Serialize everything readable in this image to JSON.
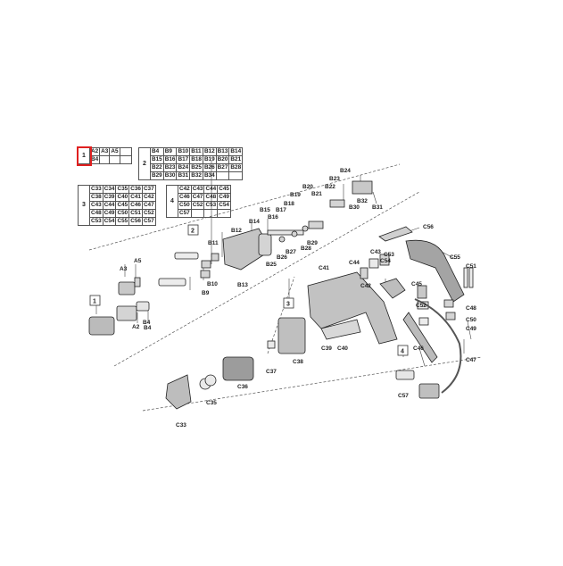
{
  "tables": [
    {
      "number": "1",
      "rows": [
        [
          "A2",
          "A3",
          "A5"
        ],
        [
          "B4",
          "",
          ""
        ]
      ]
    },
    {
      "number": "2",
      "rows": [
        [
          "B4",
          "B9",
          "B10",
          "B11",
          "B12",
          "B13",
          "B14"
        ],
        [
          "B15",
          "B16",
          "B17",
          "B18",
          "B19",
          "B20",
          "B21"
        ],
        [
          "B22",
          "B23",
          "B24",
          "B25",
          "B26",
          "B27",
          "B28"
        ],
        [
          "B29",
          "B30",
          "B31",
          "B32",
          "B34",
          "",
          ""
        ]
      ]
    },
    {
      "number": "3",
      "rows": [
        [
          "C33",
          "C34",
          "C35",
          "C36",
          "C37"
        ],
        [
          "C38",
          "C39",
          "C40",
          "C41",
          "C42"
        ],
        [
          "C43",
          "C44",
          "C45",
          "C46",
          "C47"
        ],
        [
          "C48",
          "C49",
          "C50",
          "C51",
          "C52"
        ],
        [
          "C53",
          "C54",
          "C55",
          "C56",
          "C57"
        ]
      ]
    },
    {
      "number": "4",
      "rows": [
        [
          "C42",
          "C43",
          "C44",
          "C45"
        ],
        [
          "C46",
          "C47",
          "C48",
          "C49"
        ],
        [
          "C50",
          "C52",
          "C53",
          "C54"
        ],
        [
          "C57",
          "",
          "",
          ""
        ]
      ]
    }
  ],
  "group_markers": [
    "1",
    "2",
    "3",
    "4"
  ],
  "part_labels": [
    "A2",
    "A3",
    "A5",
    "B4",
    "B9",
    "B10",
    "B11",
    "B12",
    "B13",
    "B14",
    "B15",
    "B16",
    "B17",
    "B18",
    "B19",
    "B20",
    "B21",
    "B22",
    "B23",
    "B24",
    "B25",
    "B26",
    "B27",
    "B28",
    "B29",
    "B30",
    "B31",
    "B32",
    "C33",
    "C35",
    "C36",
    "C37",
    "C38",
    "C39",
    "C40",
    "C41",
    "C42",
    "C43",
    "C44",
    "C45",
    "C46",
    "C47",
    "C48",
    "C49",
    "C50",
    "C51",
    "C52",
    "C53",
    "C54",
    "C55",
    "C56",
    "C57",
    "B4"
  ],
  "colors": {
    "highlight": "#e02020",
    "line": "#333333",
    "part_fill": "#cfcfcf"
  }
}
